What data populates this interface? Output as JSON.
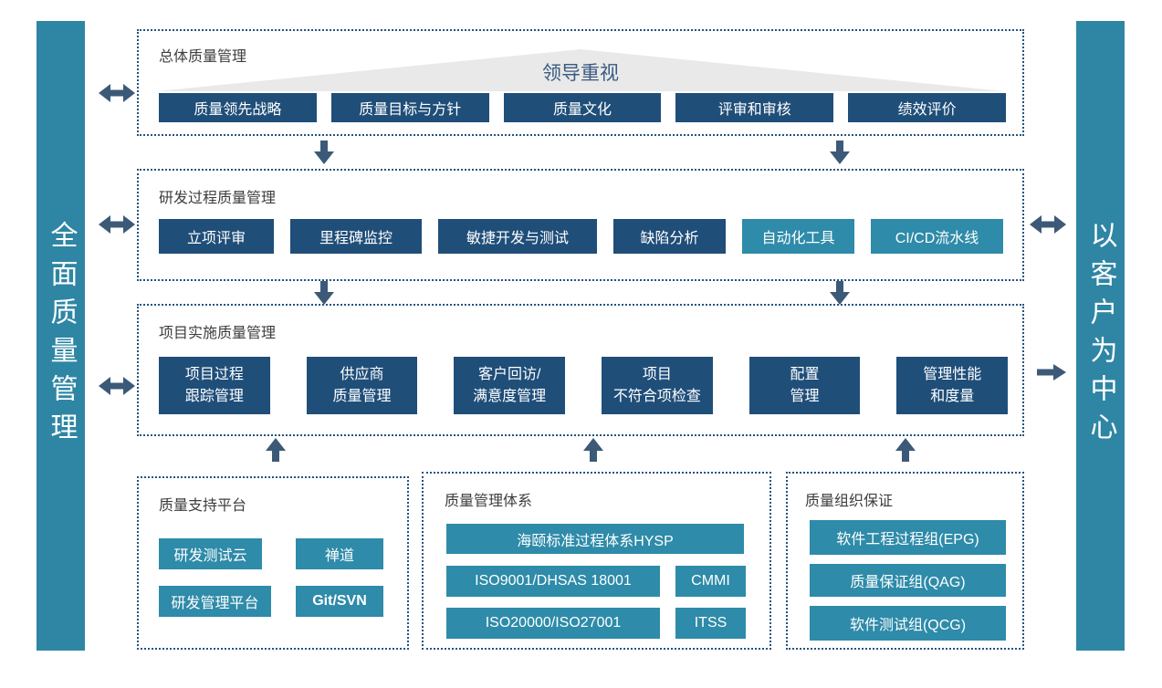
{
  "colors": {
    "navy": "#1F4E79",
    "teal": "#2E8BA9",
    "bar": "#2E86A4",
    "arrow": "#3C5A78",
    "border": "#24537D",
    "triangle": "#E9E9E9",
    "banner_text": "#3A5A80",
    "title_text": "#3D3D3D"
  },
  "left_bar": {
    "label": "全面质量管理"
  },
  "right_bar": {
    "label": "以客户为中心"
  },
  "sections": {
    "overall": {
      "title": "总体质量管理",
      "banner_label": "领导重视",
      "items": [
        "质量领先战略",
        "质量目标与方针",
        "质量文化",
        "评审和审核",
        "绩效评价"
      ]
    },
    "rnd_process": {
      "title": "研发过程质量管理",
      "items": [
        "立项评审",
        "里程碑监控",
        "敏捷开发与测试",
        "缺陷分析",
        "自动化工具",
        "CI/CD流水线"
      ]
    },
    "project_impl": {
      "title": "项目实施质量管理",
      "items": [
        "项目过程\n跟踪管理",
        "供应商\n质量管理",
        "客户回访/\n满意度管理",
        "项目\n不符合项检查",
        "配置\n管理",
        "管理性能\n和度量"
      ]
    },
    "support_platform": {
      "title": "质量支持平台",
      "items": [
        "研发测试云",
        "禅道",
        "研发管理平台",
        "Git/SVN"
      ]
    },
    "quality_system": {
      "title": "质量管理体系",
      "wide_item": "海颐标准过程体系HYSP",
      "items": [
        "ISO9001/DHSAS 18001",
        "CMMI",
        "ISO20000/ISO27001",
        "ITSS"
      ]
    },
    "org_assurance": {
      "title": "质量组织保证",
      "items": [
        "软件工程过程组(EPG)",
        "质量保证组(QAG)",
        "软件测试组(QCG)"
      ]
    }
  }
}
